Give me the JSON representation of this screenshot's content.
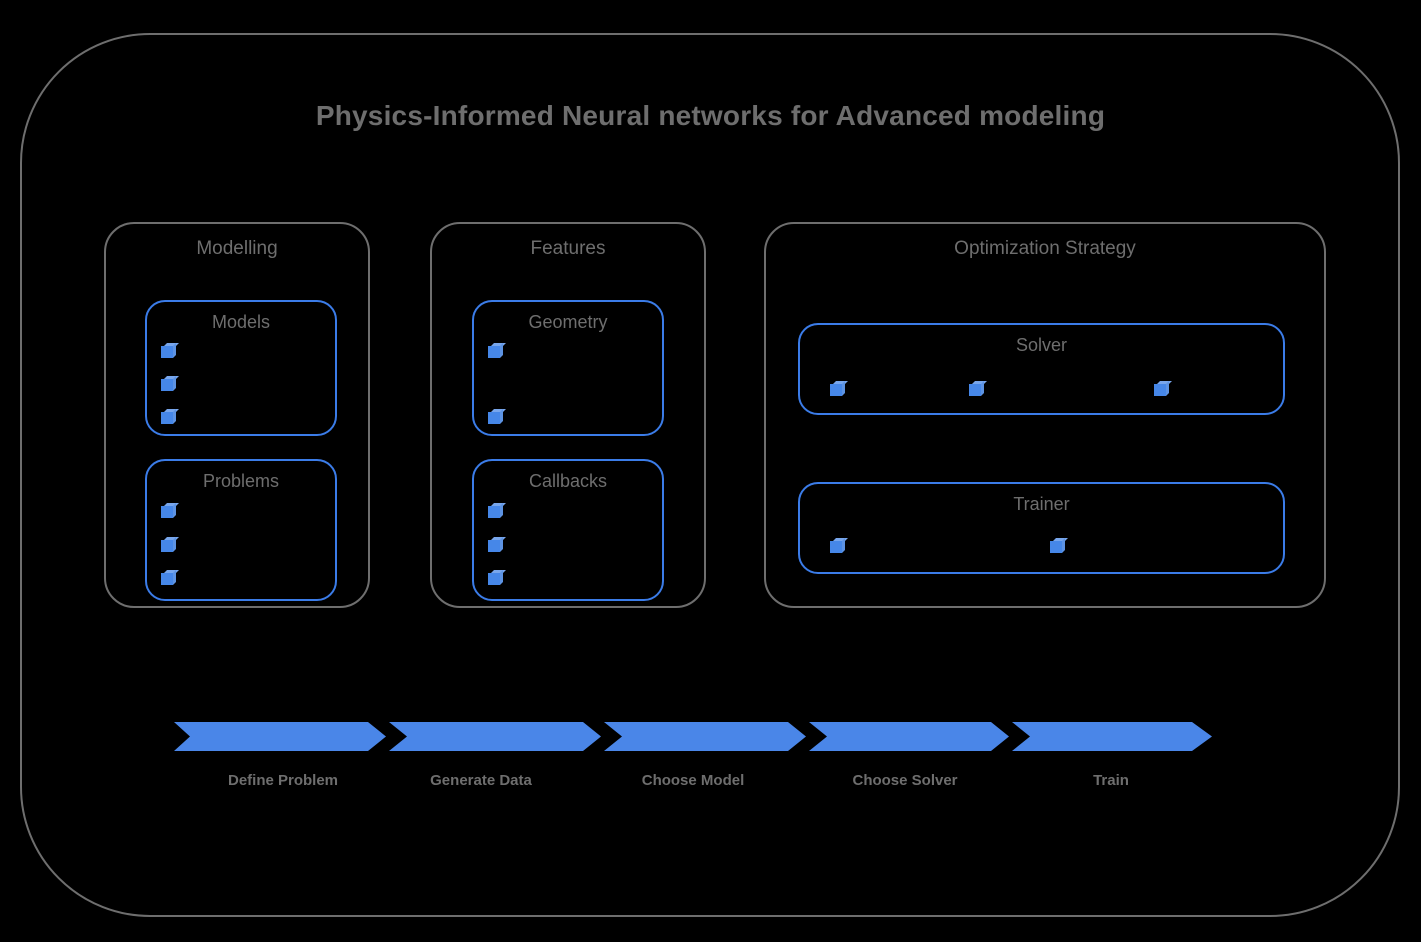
{
  "diagram": {
    "title": "Physics-Informed Neural networks for Advanced modeling",
    "type": "architecture-block-diagram",
    "colors": {
      "background": "#000000",
      "frame_border": "#6e6e6e",
      "text": "#6e6e6e",
      "accent_blue": "#3b7ce8",
      "marker_blue": "#4687e8",
      "chevron_blue": "#4a86e8"
    }
  },
  "groups": [
    {
      "id": "modelling",
      "label": "Modelling",
      "boxes": [
        {
          "id": "models",
          "label": "Models",
          "marker_count": 3,
          "marker_layout": "vertical"
        },
        {
          "id": "problems",
          "label": "Problems",
          "marker_count": 3,
          "marker_layout": "vertical"
        }
      ]
    },
    {
      "id": "features",
      "label": "Features",
      "boxes": [
        {
          "id": "geometry",
          "label": "Geometry",
          "marker_count": 2,
          "marker_layout": "vertical"
        },
        {
          "id": "callbacks",
          "label": "Callbacks",
          "marker_count": 3,
          "marker_layout": "vertical"
        }
      ]
    },
    {
      "id": "optimization",
      "label": "Optimization Strategy",
      "boxes": [
        {
          "id": "solver",
          "label": "Solver",
          "marker_count": 3,
          "marker_layout": "horizontal"
        },
        {
          "id": "trainer",
          "label": "Trainer",
          "marker_count": 2,
          "marker_layout": "horizontal"
        }
      ]
    }
  ],
  "process_flow": {
    "steps": [
      {
        "label": "Define Problem"
      },
      {
        "label": "Generate Data"
      },
      {
        "label": "Choose Model"
      },
      {
        "label": "Choose Solver"
      },
      {
        "label": "Train"
      }
    ]
  },
  "icons": {
    "marker": "cube-icon"
  }
}
